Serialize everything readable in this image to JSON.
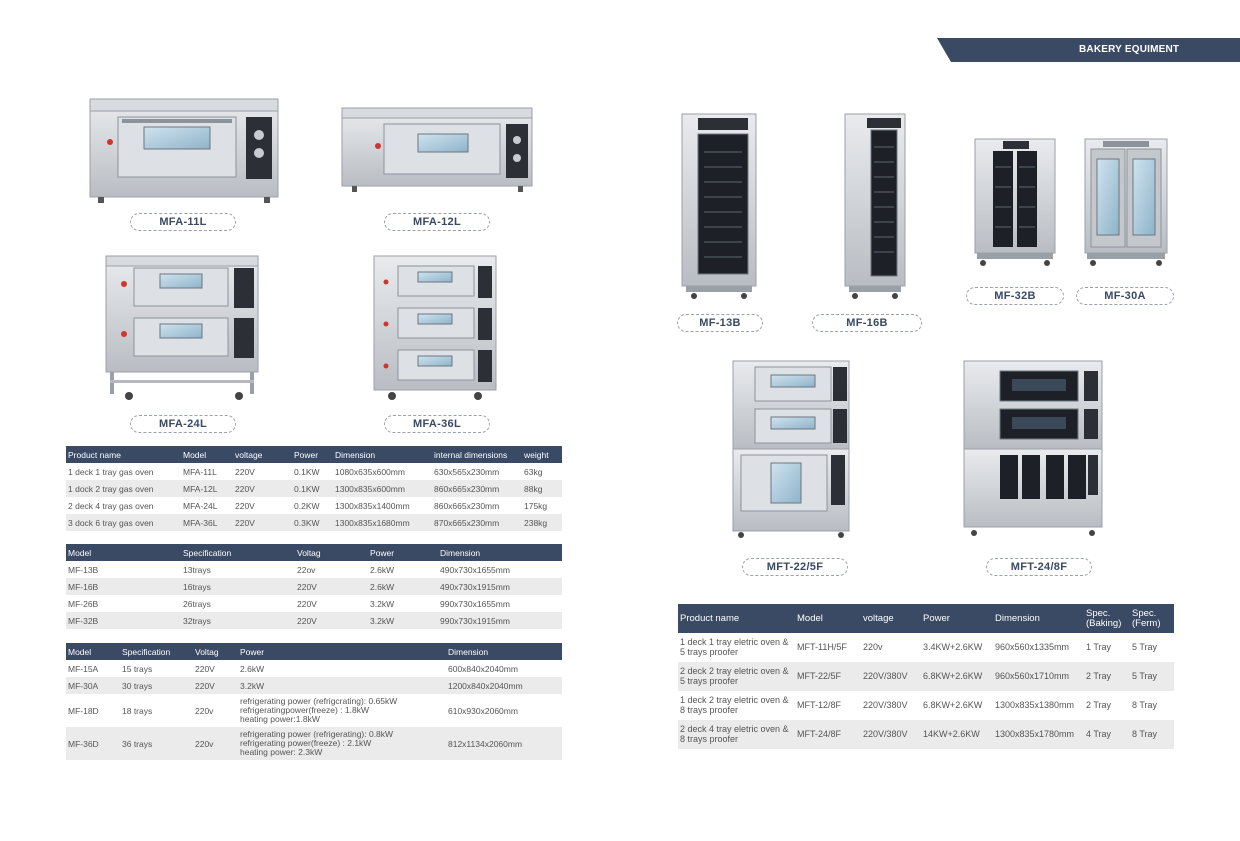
{
  "header": {
    "title": "BAKERY EQUIMENT"
  },
  "products_left": [
    {
      "model": "MFA-11L"
    },
    {
      "model": "MFA-12L"
    },
    {
      "model": "MFA-24L"
    },
    {
      "model": "MFA-36L"
    }
  ],
  "products_right": [
    {
      "model": "MF-13B"
    },
    {
      "model": "MF-16B"
    },
    {
      "model": "MF-32B"
    },
    {
      "model": "MF-30A"
    },
    {
      "model": "MFT-22/5F"
    },
    {
      "model": "MFT-24/8F"
    }
  ],
  "table_gas_ovens": {
    "headers": [
      "Product name",
      "Model",
      "voltage",
      "Power",
      "Dimension",
      "internal dimensions",
      "weight"
    ],
    "rows": [
      [
        "1 deck 1 tray gas oven",
        "MFA-11L",
        "220V",
        "0.1KW",
        "1080x635x600mm",
        "630x565x230mm",
        "63kg"
      ],
      [
        "1 dock 2 tray gas oven",
        "MFA-12L",
        "220V",
        "0.1KW",
        "1300x835x600mm",
        "860x665x230mm",
        "88kg"
      ],
      [
        "2 deck 4 tray gas oven",
        "MFA-24L",
        "220V",
        "0.2KW",
        "1300x835x1400mm",
        "860x665x230mm",
        "175kg"
      ],
      [
        "3 dock 6 tray gas oven",
        "MFA-36L",
        "220V",
        "0.3KW",
        "1300x835x1680mm",
        "870x665x230mm",
        "238kg"
      ]
    ]
  },
  "table_proofers": {
    "headers": [
      "Model",
      "Specification",
      "Voltag",
      "Power",
      "Dimension"
    ],
    "rows": [
      [
        "MF-13B",
        "13trays",
        "22ov",
        "2.6kW",
        "490x730x1655mm"
      ],
      [
        "MF-16B",
        "16trays",
        "220V",
        "2.6kW",
        "490x730x1915mm"
      ],
      [
        "MF-26B",
        "26trays",
        "220V",
        "3.2kW",
        "990x730x1655mm"
      ],
      [
        "MF-32B",
        "32trays",
        "220V",
        "3.2kW",
        "990x730x1915mm"
      ]
    ]
  },
  "table_fridge_proofers": {
    "headers": [
      "Model",
      "Specification",
      "Voltag",
      "Power",
      "Dimension"
    ],
    "rows": [
      [
        "MF-15A",
        "15 trays",
        "220V",
        "2.6kW",
        "600x840x2040mm"
      ],
      [
        "MF-30A",
        "30 trays",
        "220V",
        "3.2kW",
        "1200x840x2040mm"
      ],
      [
        "MF-18D",
        "18 trays",
        "220v",
        "refrigerating power (refrigcrating): 0.65kW\nrefrigeratingpower(freeze) : 1.8kW\nheating power:1.8kW",
        "610x930x2060mm"
      ],
      [
        "MF-36D",
        "36 trays",
        "220v",
        "refrigerating power (refrigerating): 0.8kW\nrefrigerating power(freeze) : 2.1kW\nheating power: 2.3kW",
        "812x1134x2060mm"
      ]
    ]
  },
  "table_combo": {
    "headers": [
      "Product name",
      "Model",
      "voltage",
      "Power",
      "Dimension",
      "Spec.\n(Baking)",
      "Spec.\n(Ferm)"
    ],
    "rows": [
      [
        "1 deck 1 tray eletric oven &\n5 trays proofer",
        "MFT-11H/5F",
        "220v",
        "3.4KW+2.6KW",
        "960x560x1335mm",
        "1 Tray",
        "5 Tray"
      ],
      [
        "2 deck 2 tray eletric oven &\n5 trays proofer",
        "MFT-22/5F",
        "220V/380V",
        "6.8KW+2.6KW",
        "960x560x1710mm",
        "2 Tray",
        "5 Tray"
      ],
      [
        "1 deck 2 tray eletric oven &\n8 trays proofer",
        "MFT-12/8F",
        "220V/380V",
        "6.8KW+2.6KW",
        "1300x835x1380mm",
        "2 Tray",
        "8 Tray"
      ],
      [
        "2 deck 4 tray eletric oven &\n8 trays proofer",
        "MFT-24/8F",
        "220V/380V",
        "14KW+2.6KW",
        "1300x835x1780mm",
        "4 Tray",
        "8 Tray"
      ]
    ]
  }
}
